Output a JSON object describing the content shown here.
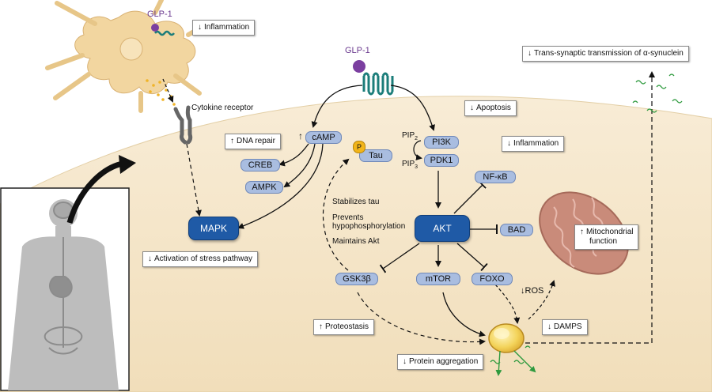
{
  "glp1_label_top": "GLP-1",
  "glp1_label_main": "GLP-1",
  "cytokine_receptor": "Cytokine receptor",
  "nodes": {
    "camp": "cAMP",
    "creb": "CREB",
    "ampk": "AMPK",
    "mapk": "MAPK",
    "tau": "Tau",
    "tau_p": "P",
    "pi3k": "PI3K",
    "pdk1": "PDK1",
    "pip2": "PIP",
    "pip2_sub": "2",
    "pip3": "PIP",
    "pip3_sub": "3",
    "akt": "AKT",
    "nfkb": "NF-κB",
    "bad": "BAD",
    "gsk3b": "GSK3β",
    "mtor": "mTOR",
    "foxo": "FOXO"
  },
  "gsk_effects": {
    "stabilizes_tau": "Stabilizes tau",
    "prevents": "Prevents",
    "hypophosphorylation": "hypophosphorylation",
    "maintains_akt": "Maintains Akt"
  },
  "ros_label": "↓ROS",
  "callouts": {
    "inflammation_top": {
      "arrow": "↓",
      "text": "Inflammation"
    },
    "dna_repair": {
      "arrow": "↑",
      "text": "DNA repair"
    },
    "apoptosis": {
      "arrow": "↓",
      "text": "Apoptosis"
    },
    "inflammation_mid": {
      "arrow": "↓",
      "text": "Inflammation"
    },
    "stress_pathway": {
      "arrow": "↓",
      "text": "Activation of stress pathway"
    },
    "mito_function_1": {
      "arrow": "↑",
      "text": "Mitochondrial"
    },
    "mito_function_2": "function",
    "proteostasis": {
      "arrow": "↑",
      "text": "Proteostasis"
    },
    "damps": {
      "arrow": "↓",
      "text": "DAMPS"
    },
    "protein_aggregation": {
      "arrow": "↓",
      "text": "Protein aggregation"
    },
    "trans_synaptic": {
      "arrow": "↓",
      "text": "Trans-synaptic transmission of α-synuclein"
    }
  },
  "colors": {
    "cell_body": "#f7e8cf",
    "neuron": "#f2d6a0",
    "pill": "#a9bde0",
    "akt_mapk": "#1f5aa6",
    "receptor": "#1b7d7a",
    "glp1": "#7b3fa0",
    "mito": "#c98b7a",
    "green": "#2e9a3e"
  }
}
